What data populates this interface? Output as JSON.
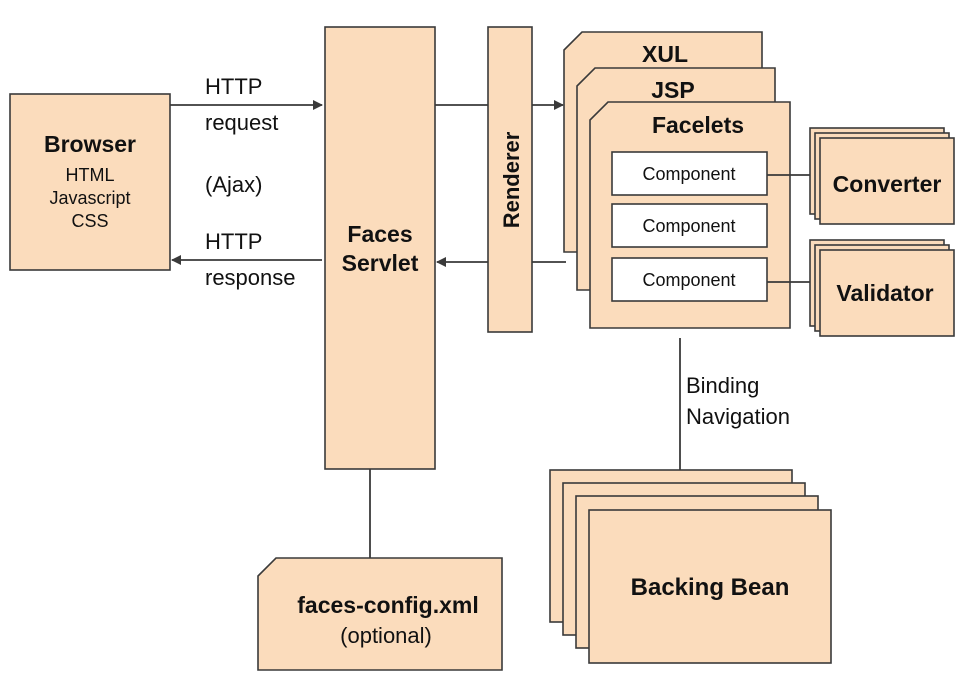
{
  "colors": {
    "box_fill": "#fbdcbc",
    "stroke": "#3a3a3a",
    "component_fill": "#ffffff"
  },
  "browser": {
    "title": "Browser",
    "lines": [
      "HTML",
      "Javascript",
      "CSS"
    ]
  },
  "request": {
    "line1": "HTTP",
    "line2": "request",
    "ajax": "(Ajax)"
  },
  "response": {
    "line1": "HTTP",
    "line2": "response"
  },
  "servlet": {
    "line1": "Faces",
    "line2": "Servlet"
  },
  "renderer": {
    "label": "Renderer"
  },
  "views": {
    "xul": "XUL",
    "jsp": "JSP",
    "facelets": "Facelets"
  },
  "components": [
    "Component",
    "Component",
    "Component"
  ],
  "converter": {
    "label": "Converter"
  },
  "validator": {
    "label": "Validator"
  },
  "binding": {
    "line1": "Binding",
    "line2": "Navigation"
  },
  "config": {
    "line1": "faces-config.xml",
    "line2": "(optional)"
  },
  "backing_bean": {
    "label": "Backing Bean"
  }
}
